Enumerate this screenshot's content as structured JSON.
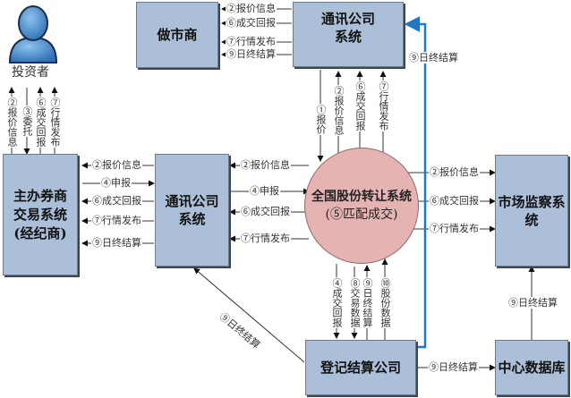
{
  "nodes": {
    "investor": "投资者",
    "market_maker": "做市商",
    "comm_top_line1": "通讯公司",
    "comm_top_line2": "系统",
    "broker_line1": "主办券商",
    "broker_line2": "交易系统",
    "broker_line3": "(经纪商)",
    "comm_mid_line1": "通讯公司",
    "comm_mid_line2": "系统",
    "neeq_line1": "全国股份转让系统",
    "neeq_line2": "(⑤匹配成交)",
    "surveillance_line1": "市场监察系",
    "surveillance_line2": "统",
    "clearing": "登记结算公司",
    "data_center": "中心数据库"
  },
  "flows": {
    "quote_info": "②报价信息",
    "trade_report": "⑥成交回报",
    "market_publish": "⑦行情发布",
    "daily_settle": "⑨日终结算",
    "entrust": "③委托",
    "declare": "④申报",
    "quote": "①报价",
    "trade_report_4": "④成交回报",
    "trade_data": "⑧交易数据",
    "quote_data": "⑩股份数据"
  },
  "colors": {
    "box_fill": "#abbfd9",
    "circle_fill": "#e6b3b3",
    "blue_line": "#1f78c1"
  }
}
